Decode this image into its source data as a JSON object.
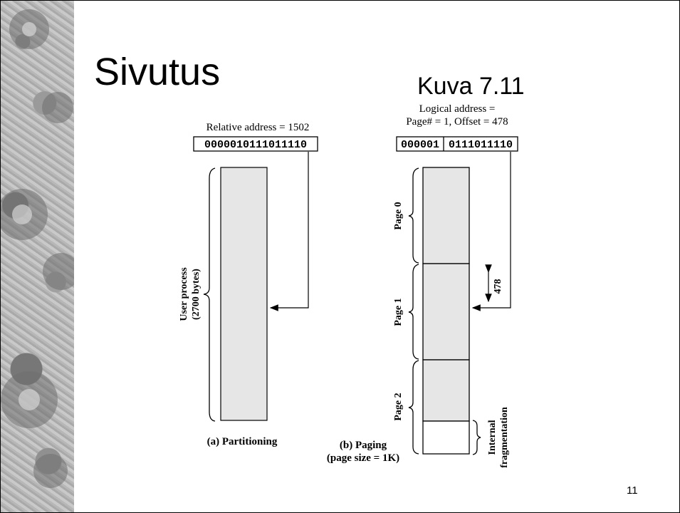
{
  "slide": {
    "title": "Sivutus",
    "subtitle": "Kuva 7.11",
    "page_number": "11"
  },
  "diagram": {
    "partitioning": {
      "address_caption": "Relative address = 1502",
      "address_bits": "0000010111011110",
      "process_label_line1": "User process",
      "process_label_line2": "(2700 bytes)",
      "caption": "(a) Partitioning"
    },
    "paging": {
      "address_caption_line1": "Logical address =",
      "address_caption_line2": "Page# = 1, Offset = 478",
      "page_bits": "000001",
      "offset_bits": "0111011110",
      "pages": [
        "Page 0",
        "Page 1",
        "Page 2"
      ],
      "offset_label": "478",
      "fragmentation_line1": "Internal",
      "fragmentation_line2": "fragmentation",
      "caption_line1": "(b) Paging",
      "caption_line2": "(page size = 1K)"
    },
    "colors": {
      "block_fill": "#e6e6e6",
      "stroke": "#000000"
    }
  }
}
